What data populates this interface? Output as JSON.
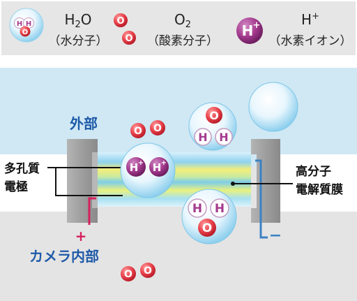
{
  "legend": {
    "water": {
      "formula": "H2O",
      "formula_main": "H",
      "formula_sub": "2",
      "formula_end": "O",
      "caption": "（水分子）"
    },
    "oxygen": {
      "formula": "O2",
      "formula_main": "O",
      "formula_sub": "2",
      "caption": "（酸素分子）"
    },
    "hydrogen_ion": {
      "formula": "H+",
      "formula_main": "H",
      "formula_sup": "+",
      "caption": "（水素イオン）"
    }
  },
  "atoms": {
    "h": "H",
    "o": "O",
    "h_ion": "H",
    "plus": "+"
  },
  "labels": {
    "outside": "外部",
    "porous_electrode_1": "多孔質",
    "porous_electrode_2": "電極",
    "membrane_1": "高分子",
    "membrane_2": "電解質膜",
    "camera_inside": "カメラ内部",
    "plus_terminal": "+",
    "minus_terminal": "−"
  },
  "colors": {
    "outside_area": "#cfe8f4",
    "inside_area": "#e4e4e4",
    "legend_bg": "#e6e6e6",
    "electrode": "#a7a7a7",
    "label_blue": "#1e5aa8",
    "plus_red": "#d6205e",
    "wire_blue": "#3b82c4",
    "oxygen_red": "#e8404a",
    "hydrogen_ion_purple": "#a43a8e"
  }
}
